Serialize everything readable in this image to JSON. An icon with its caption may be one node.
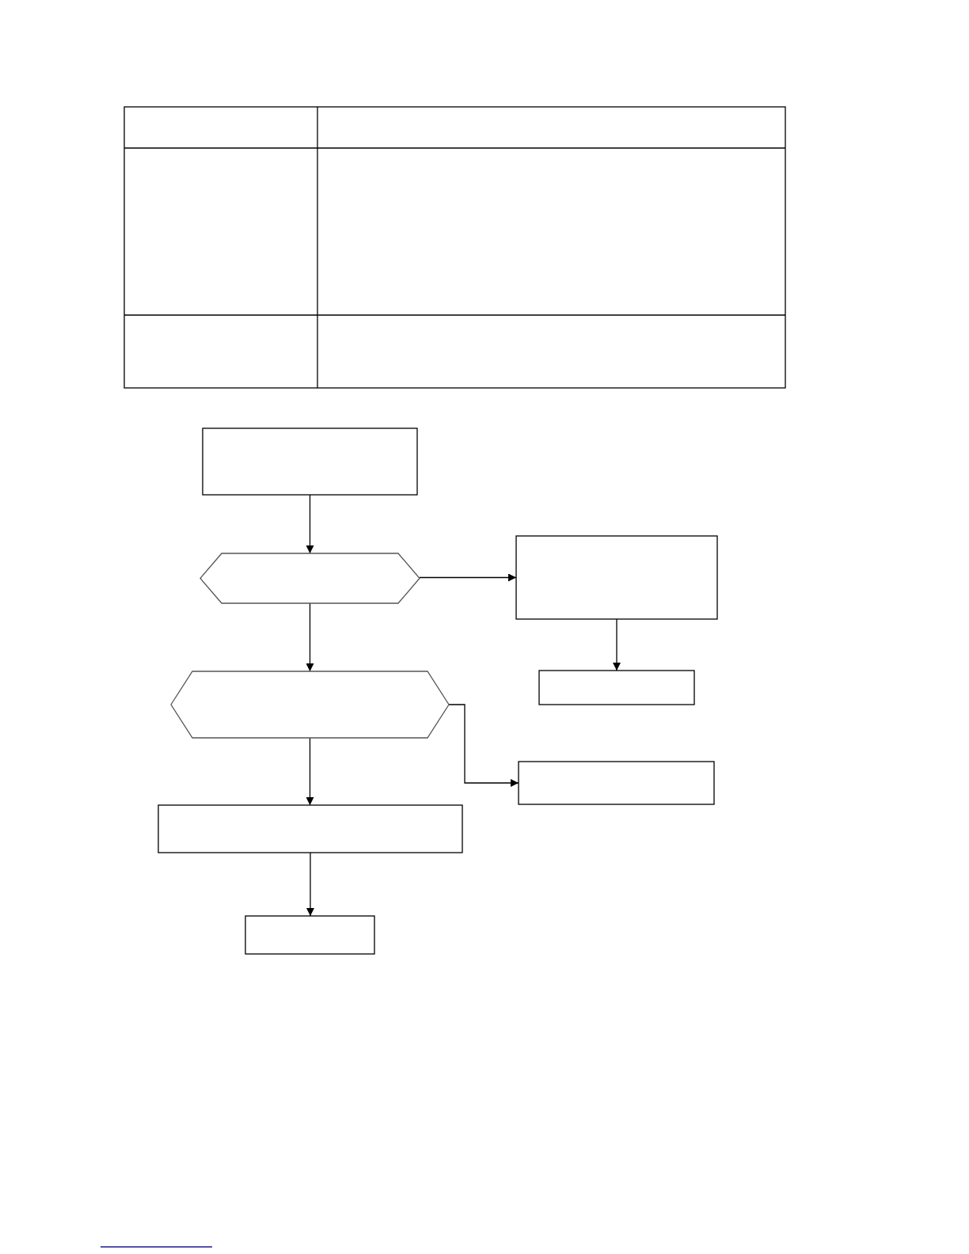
{
  "diagram": {
    "nodes": [
      {
        "text": [],
        "shape": "box"
      },
      {
        "text": [],
        "shape": "hexagon"
      },
      {
        "text": [],
        "shape": "box"
      },
      {
        "text": [],
        "shape": "box"
      },
      {
        "text": [],
        "shape": "hexagon"
      },
      {
        "text": [],
        "shape": "box"
      },
      {
        "text": [],
        "shape": "box"
      },
      {
        "text": [],
        "shape": "box"
      }
    ],
    "edges": [
      {
        "from": 0,
        "to": 1,
        "arrow": "to"
      },
      {
        "from": 1,
        "to": 2,
        "arrow": "to"
      },
      {
        "from": 1,
        "to": 4,
        "arrow": "to"
      },
      {
        "from": 2,
        "to": 3,
        "arrow": "to"
      },
      {
        "from": 4,
        "to": 5,
        "arrow": "to"
      },
      {
        "from": 4,
        "to": 6,
        "arrow": "to"
      },
      {
        "from": 6,
        "to": 7,
        "arrow": "to"
      }
    ]
  }
}
